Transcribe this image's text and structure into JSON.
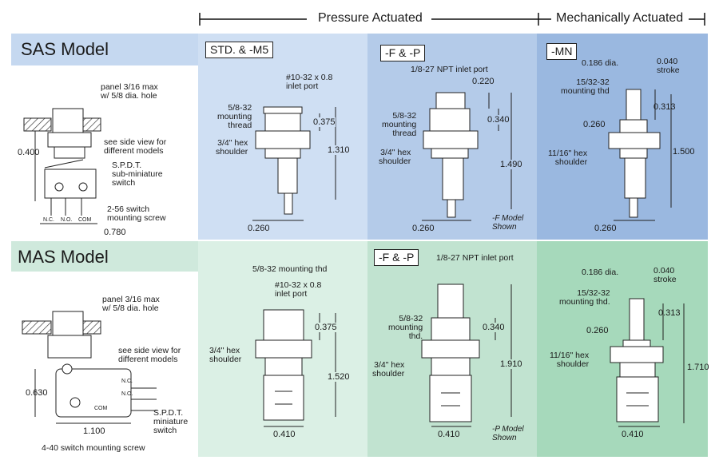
{
  "headers": {
    "pressure": "Pressure Actuated",
    "mechanical": "Mechanically Actuated"
  },
  "colors": {
    "sas_band": "#c5d8f0",
    "sas_col1": "#cfdff3",
    "sas_col2": "#b4cbe9",
    "sas_col3": "#9ab8e0",
    "mas_band": "#cfe9dc",
    "mas_col1": "#dbf0e5",
    "mas_col2": "#c1e3d0",
    "mas_col3": "#a6d9bb"
  },
  "sas": {
    "title": "SAS Model",
    "side": {
      "panel": "panel 3/16 max\nw/ 5/8 dia. hole",
      "see": "see side view for\ndifferent models",
      "switch": "S.P.D.T.\nsub-miniature\nswitch",
      "screw": "2-56 switch\nmounting screw",
      "height": "0.400",
      "width": "0.780",
      "nc": "N.C.",
      "no": "N.O.",
      "com": "COM"
    },
    "std": {
      "tag": "STD. & -M5",
      "inlet": "#10-32 x 0.8\ninlet port",
      "thread": "5/8-32\nmounting\nthread",
      "hex": "3/4\" hex\nshoulder",
      "d1": "0.375",
      "d2": "1.310",
      "d3": "0.260"
    },
    "fp": {
      "tag": "-F & -P",
      "inlet": "1/8-27 NPT inlet port",
      "d0": "0.220",
      "thread": "5/8-32\nmounting\nthread",
      "d1": "0.340",
      "hex": "3/4\" hex\nshoulder",
      "d2": "1.490",
      "d3": "0.260",
      "note": "-F Model\nShown"
    },
    "mn": {
      "tag": "-MN",
      "dia": "0.186 dia.",
      "stroke": "0.040\nstroke",
      "thd": "15/32-32\nmounting thd",
      "d1": "0.313",
      "d2": "0.260",
      "hex": "11/16\" hex\nshoulder",
      "d3": "1.500",
      "d4": "0.260"
    }
  },
  "mas": {
    "title": "MAS Model",
    "side": {
      "panel": "panel 3/16 max\nw/ 5/8 dia. hole",
      "see": "see side view for\ndifferent models",
      "switch": "S.P.D.T.\nminiature\nswitch",
      "screw": "4-40 switch mounting screw",
      "height": "0.630",
      "width": "1.100",
      "nc": "N.C.",
      "no": "N.O.",
      "com": "COM"
    },
    "std": {
      "thread": "5/8-32 mounting thd",
      "inlet": "#10-32 x 0.8\ninlet port",
      "hex": "3/4\" hex\nshoulder",
      "d1": "0.375",
      "d2": "1.520",
      "d3": "0.410"
    },
    "fp": {
      "tag": "-F & -P",
      "inlet": "1/8-27 NPT inlet port",
      "thread": "5/8-32\nmounting\nthd.",
      "d1": "0.340",
      "hex": "3/4\" hex\nshoulder",
      "d2": "1.910",
      "d3": "0.410",
      "note": "-P Model\nShown"
    },
    "mn": {
      "dia": "0.186 dia.",
      "stroke": "0.040\nstroke",
      "thd": "15/32-32\nmounting thd.",
      "d1": "0.313",
      "d2": "0.260",
      "hex": "11/16\" hex\nshoulder",
      "d3": "1.710",
      "d4": "0.410"
    }
  }
}
